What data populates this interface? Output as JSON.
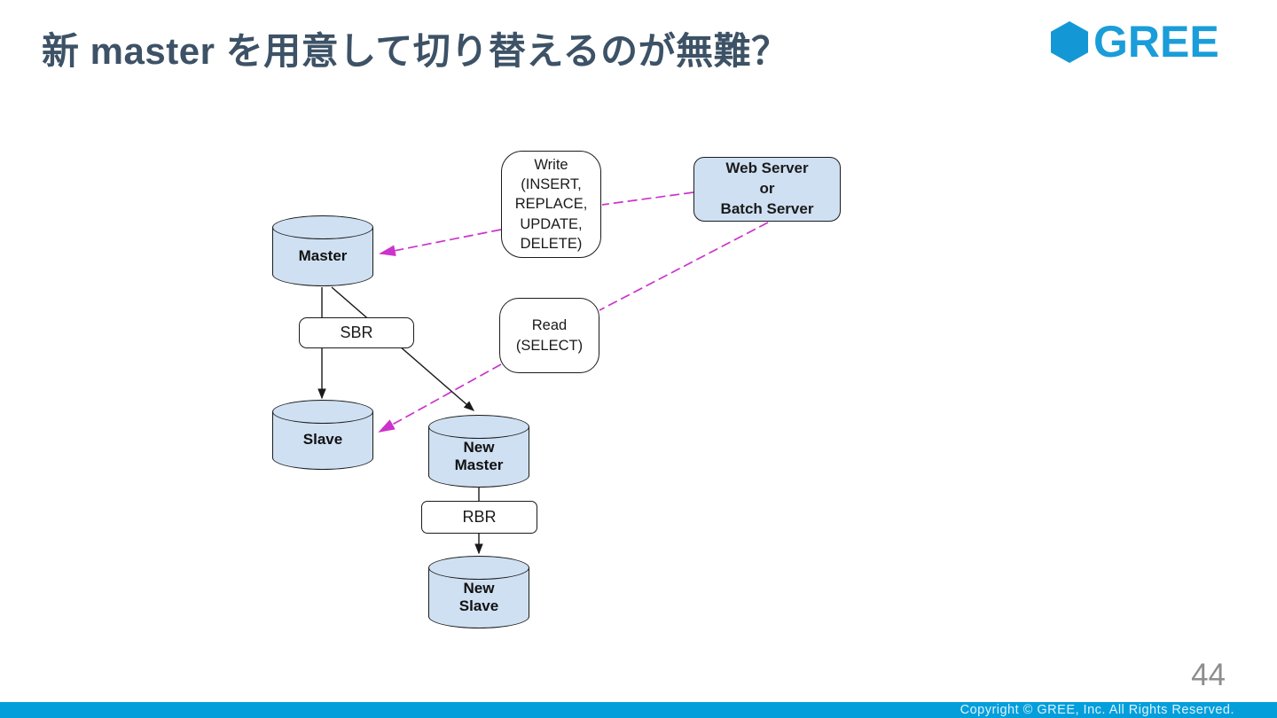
{
  "slide": {
    "title": "新 master を用意して切り替えるのが無難？"
  },
  "logo": {
    "text": "GREE",
    "brand_blue": "#1a9dd9",
    "hexagon_blue": "#1498d5"
  },
  "diagram": {
    "nodes": {
      "master": {
        "label": "Master",
        "type": "database"
      },
      "slave": {
        "label": "Slave",
        "type": "database"
      },
      "new_master": {
        "lines": [
          "New",
          "Master"
        ],
        "type": "database"
      },
      "new_slave": {
        "lines": [
          "New",
          "Slave"
        ],
        "type": "database"
      },
      "sbr": {
        "label": "SBR"
      },
      "rbr": {
        "label": "RBR"
      },
      "write_box": {
        "lines": [
          "Write",
          "(INSERT,",
          "REPLACE,",
          "UPDATE,",
          "DELETE)"
        ]
      },
      "read_box": {
        "lines": [
          "Read",
          "(SELECT)"
        ]
      },
      "web_server": {
        "lines": [
          "Web Server",
          "or",
          "Batch Server"
        ]
      }
    },
    "colors": {
      "node_fill": "#cfe0f2",
      "outline": "#1a1a1a",
      "access_flow_magenta": "#cc33cc"
    }
  },
  "footer": {
    "page_number": "44",
    "copyright": "Copyright © GREE, Inc. All Rights Reserved.",
    "bar_blue": "#049fdb"
  }
}
